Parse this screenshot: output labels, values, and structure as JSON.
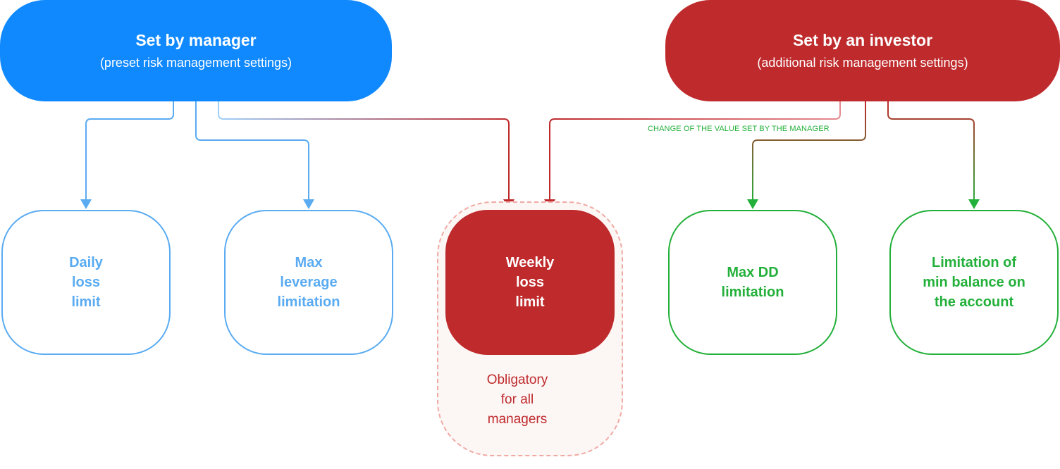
{
  "manager": {
    "title": "Set by manager",
    "subtitle": "(preset risk management settings)"
  },
  "investor": {
    "title": "Set by an investor",
    "subtitle": "(additional risk management settings)"
  },
  "change_label": "CHANGE OF THE VALUE SET BY THE MANAGER",
  "cards": {
    "daily": [
      "Daily",
      "loss",
      "limit"
    ],
    "leverage": [
      "Max",
      "leverage",
      "limitation"
    ],
    "weekly": [
      "Weekly",
      "loss",
      "limit"
    ],
    "maxdd": [
      "Max DD",
      "limitation"
    ],
    "minbalance": [
      "Limitation of",
      "min balance on",
      "the account"
    ]
  },
  "obligatory": [
    "Obligatory",
    "for all",
    "managers"
  ],
  "colors": {
    "manager_blue": "#1089ff",
    "card_blue": "#5aabf2",
    "investor_red": "#bf2a2c",
    "card_green": "#23b03a",
    "dashed_outline": "#f0aaa4"
  }
}
